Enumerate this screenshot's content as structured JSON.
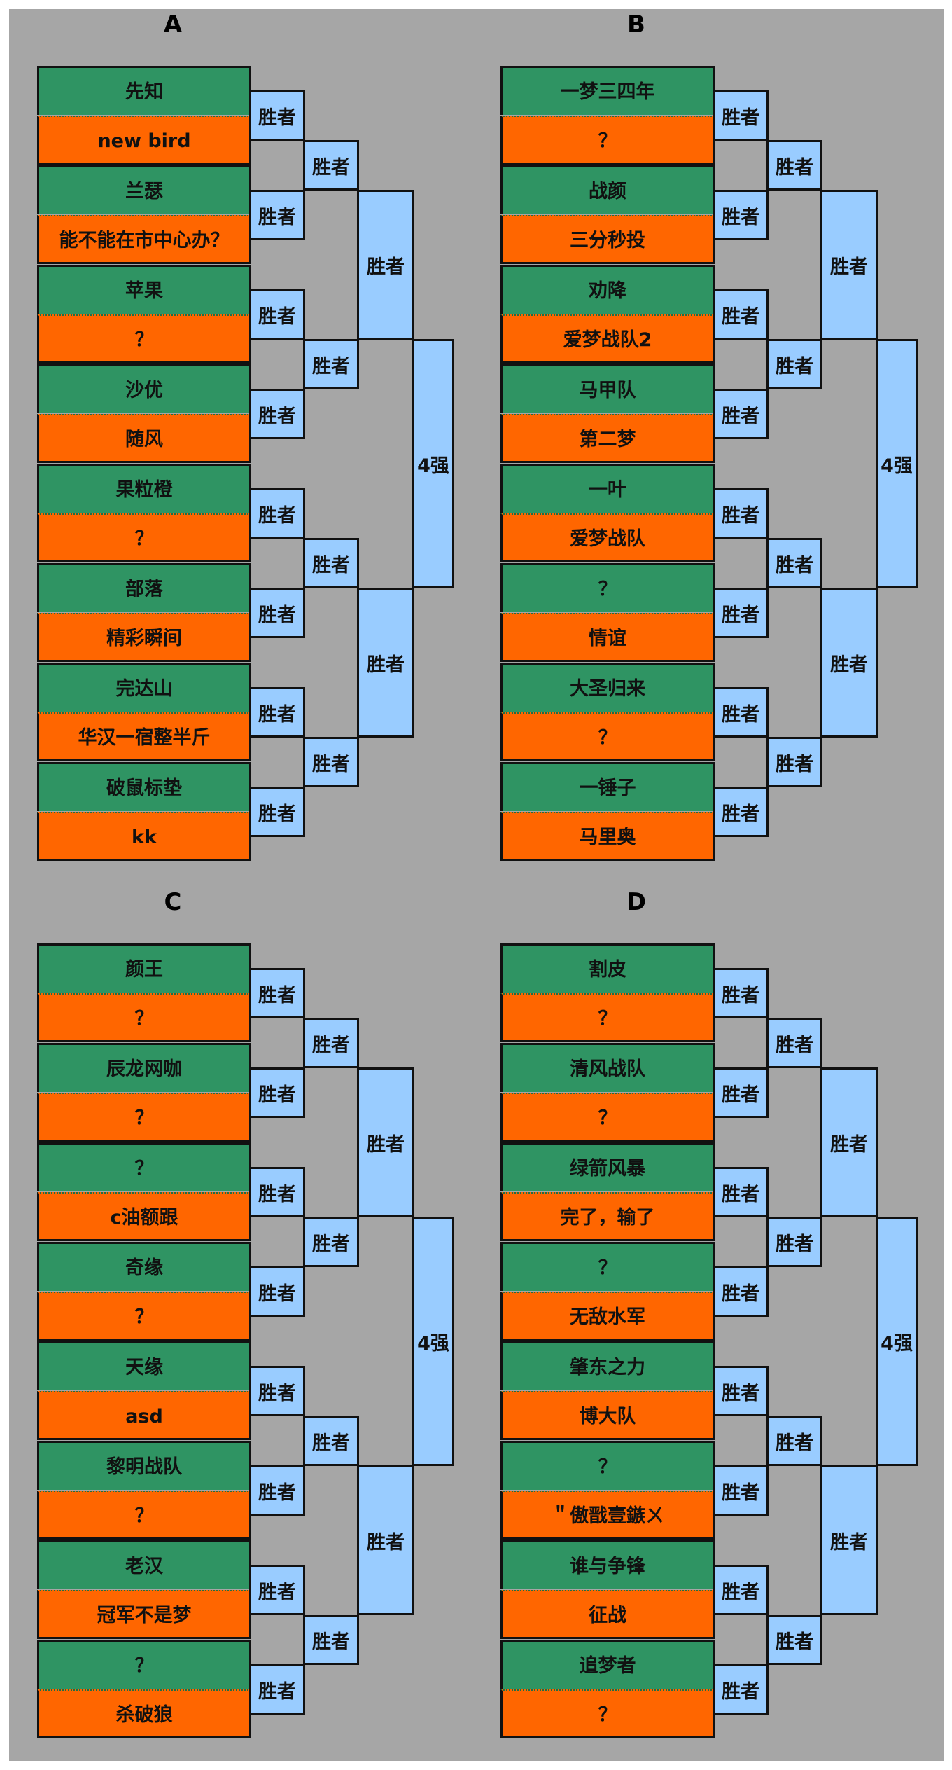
{
  "labels": {
    "winner": "胜者",
    "final": "4强"
  },
  "colors": {
    "background": "#a6a6a6",
    "team_top": "#2f9463",
    "team_bottom": "#ff6600",
    "winner_box": "#99ccff"
  },
  "groups": [
    {
      "name": "A",
      "teams": [
        "先知",
        "new bird",
        "兰瑟",
        "能不能在市中心办？",
        "苹果",
        "？",
        "沙优",
        "随风",
        "果粒橙",
        "？",
        "部落",
        "精彩瞬间",
        "完达山",
        "华汉一宿整半斤",
        "破鼠标垫",
        "kk"
      ]
    },
    {
      "name": "B",
      "teams": [
        "一梦三四年",
        "？",
        "战颜",
        "三分秒投",
        "劝降",
        "爱梦战队2",
        "马甲队",
        "第二梦",
        "一叶",
        "爱梦战队",
        "？",
        "情谊",
        "大圣归来",
        "？",
        "一锤子",
        "马里奥"
      ]
    },
    {
      "name": "C",
      "teams": [
        "颜王",
        "？",
        "辰龙网咖",
        "？",
        "？",
        "c油额跟",
        "奇缘",
        "？",
        "天缘",
        "asd",
        "黎明战队",
        "？",
        "老汉",
        "冠军不是梦",
        "？",
        "杀破狼"
      ]
    },
    {
      "name": "D",
      "teams": [
        "割皮",
        "？",
        "清风战队",
        "？",
        "绿箭风暴",
        "完了，输了",
        "？",
        "无敌水军",
        "肇东之力",
        "博大队",
        "？",
        "＂傲戬壹鏃ㄨ",
        "谁与争锋",
        "征战",
        "追梦者",
        "？"
      ]
    }
  ]
}
